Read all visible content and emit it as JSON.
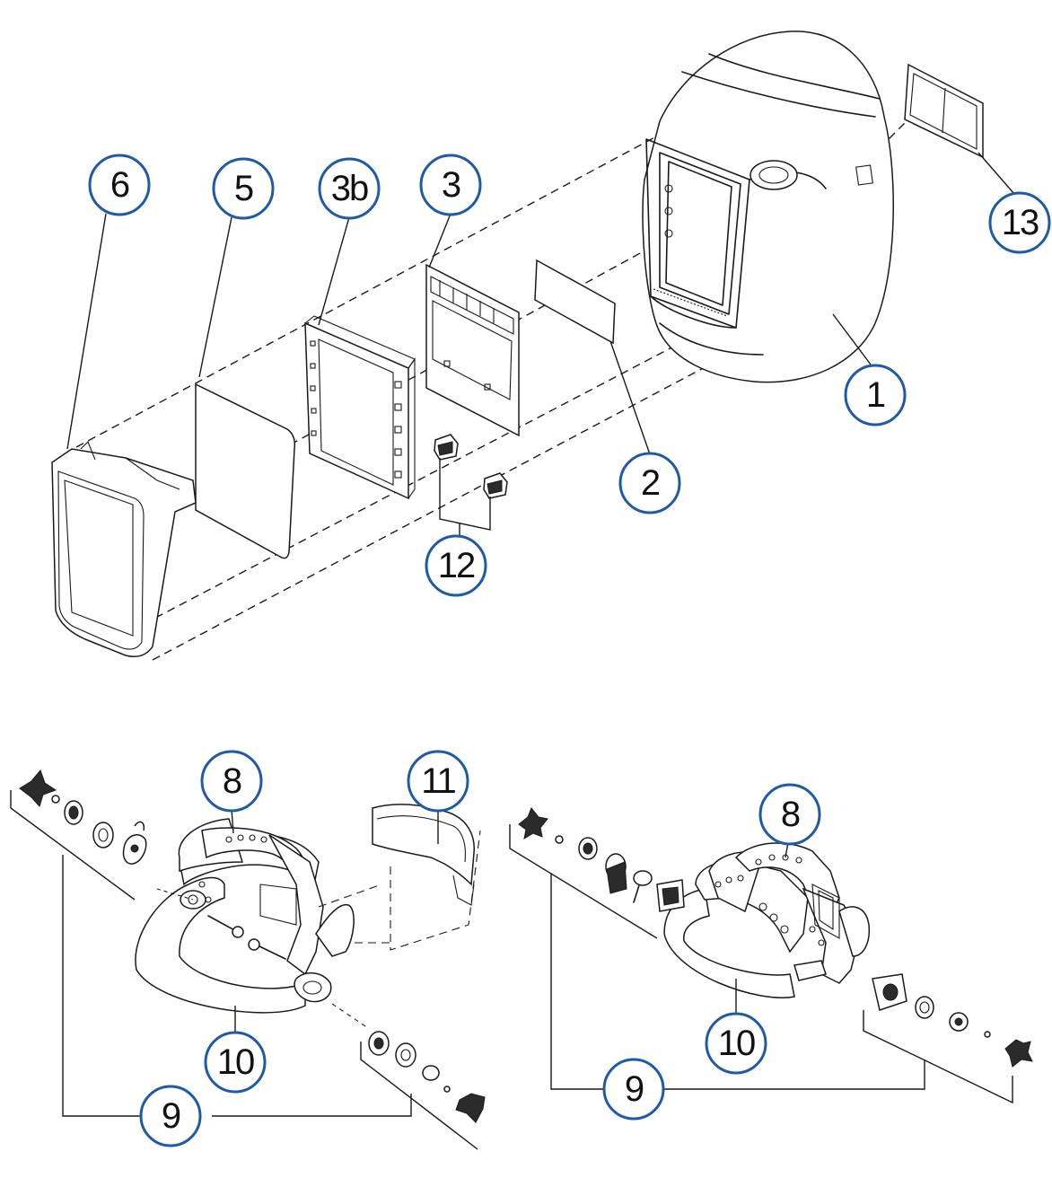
{
  "callouts": [
    {
      "id": "c1",
      "label": "1"
    },
    {
      "id": "c2",
      "label": "2"
    },
    {
      "id": "c3",
      "label": "3"
    },
    {
      "id": "c3b",
      "label": "3b"
    },
    {
      "id": "c5",
      "label": "5"
    },
    {
      "id": "c6",
      "label": "6"
    },
    {
      "id": "c12",
      "label": "12"
    },
    {
      "id": "c13",
      "label": "13"
    },
    {
      "id": "c8a",
      "label": "8"
    },
    {
      "id": "c11",
      "label": "11"
    },
    {
      "id": "c10a",
      "label": "10"
    },
    {
      "id": "c9a",
      "label": "9"
    },
    {
      "id": "c8b",
      "label": "8"
    },
    {
      "id": "c10b",
      "label": "10"
    },
    {
      "id": "c9b",
      "label": "9"
    }
  ],
  "colors": {
    "bubble_stroke": "#1f5aa6",
    "line": "#1a1a1a"
  }
}
